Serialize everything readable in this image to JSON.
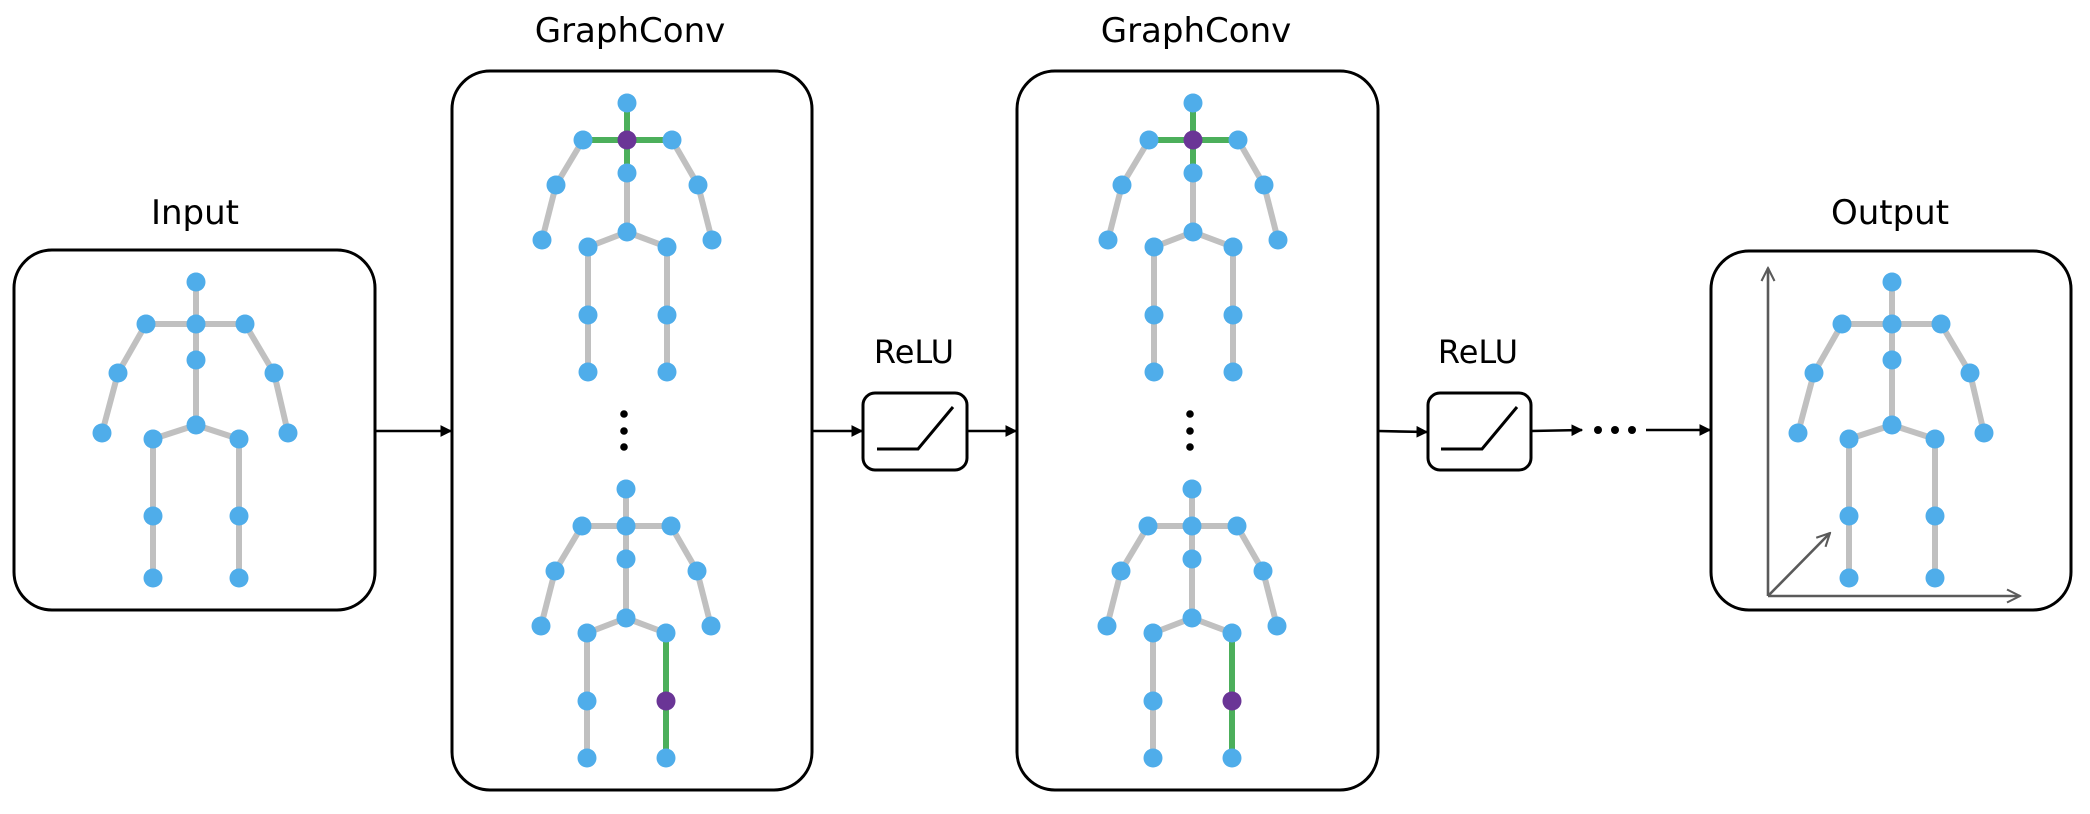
{
  "diagram": {
    "title_input": "Input",
    "title_graphconv_1": "GraphConv",
    "title_graphconv_2": "GraphConv",
    "title_relu_1": "ReLU",
    "title_relu_2": "ReLU",
    "title_output": "Output",
    "continuation": "···"
  },
  "colors": {
    "joint": "#4fadea",
    "bone": "#c0c0c0",
    "highlight_bone": "#4caf5b",
    "center_joint": "#6a3596",
    "box_stroke": "#000000",
    "axis": "#5a5a5a"
  },
  "skeleton": {
    "joints": [
      "head",
      "neck",
      "l_shoulder",
      "r_shoulder",
      "spine",
      "l_elbow",
      "r_elbow",
      "l_wrist",
      "r_wrist",
      "pelvis",
      "l_hip",
      "r_hip",
      "l_knee",
      "r_knee",
      "l_ankle",
      "r_ankle"
    ],
    "edges": [
      [
        "head",
        "neck"
      ],
      [
        "neck",
        "l_shoulder"
      ],
      [
        "neck",
        "r_shoulder"
      ],
      [
        "neck",
        "spine"
      ],
      [
        "l_shoulder",
        "l_elbow"
      ],
      [
        "l_elbow",
        "l_wrist"
      ],
      [
        "r_shoulder",
        "r_elbow"
      ],
      [
        "r_elbow",
        "r_wrist"
      ],
      [
        "spine",
        "pelvis"
      ],
      [
        "pelvis",
        "l_hip"
      ],
      [
        "pelvis",
        "r_hip"
      ],
      [
        "l_hip",
        "l_knee"
      ],
      [
        "l_knee",
        "l_ankle"
      ],
      [
        "r_hip",
        "r_knee"
      ],
      [
        "r_knee",
        "r_ankle"
      ]
    ]
  },
  "graphconv": {
    "top_example_center": "neck",
    "bottom_example_center": "r_knee",
    "ellipsis": "vertical"
  },
  "output": {
    "axes": [
      "x",
      "y",
      "z"
    ]
  }
}
